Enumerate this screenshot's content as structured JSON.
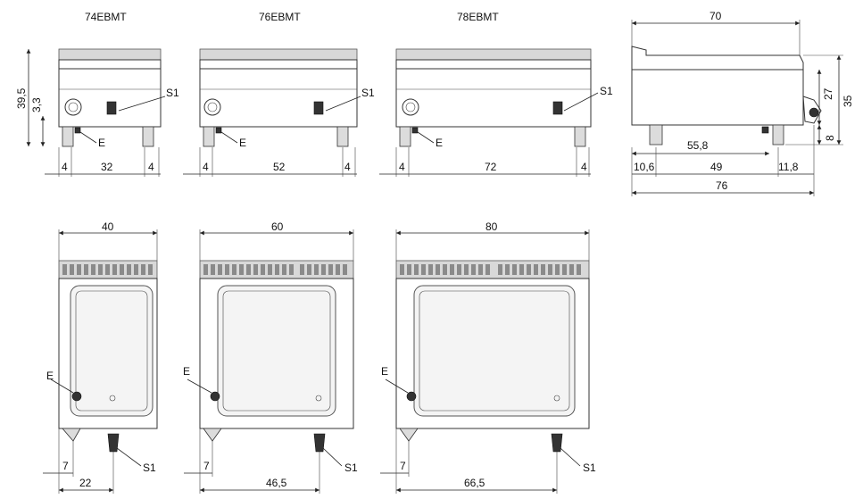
{
  "models": [
    "74EBMT",
    "76EBMT",
    "78EBMT"
  ],
  "front_views": [
    {
      "model": "74EBMT",
      "dims": {
        "left": "4",
        "middle": "32",
        "right": "4"
      }
    },
    {
      "model": "76EBMT",
      "dims": {
        "left": "4",
        "middle": "52",
        "right": "4"
      }
    },
    {
      "model": "78EBMT",
      "dims": {
        "left": "4",
        "middle": "72",
        "right": "4"
      }
    }
  ],
  "front_height_dims": {
    "total": "39,5",
    "connection": "3,3"
  },
  "side_view": {
    "depth_top": "70",
    "height_right": "35",
    "height_mid": "27",
    "height_low": "8",
    "offset_s1": "55,8",
    "left": "10,6",
    "middle": "49",
    "right": "11,8",
    "total": "76"
  },
  "top_views": [
    {
      "width": "40",
      "e_offset": "7",
      "s1_offset": "22"
    },
    {
      "width": "60",
      "e_offset": "7",
      "s1_offset": "46,5"
    },
    {
      "width": "80",
      "e_offset": "7",
      "s1_offset": "66,5"
    }
  ],
  "labels": {
    "s1": "S1",
    "e": "E"
  }
}
